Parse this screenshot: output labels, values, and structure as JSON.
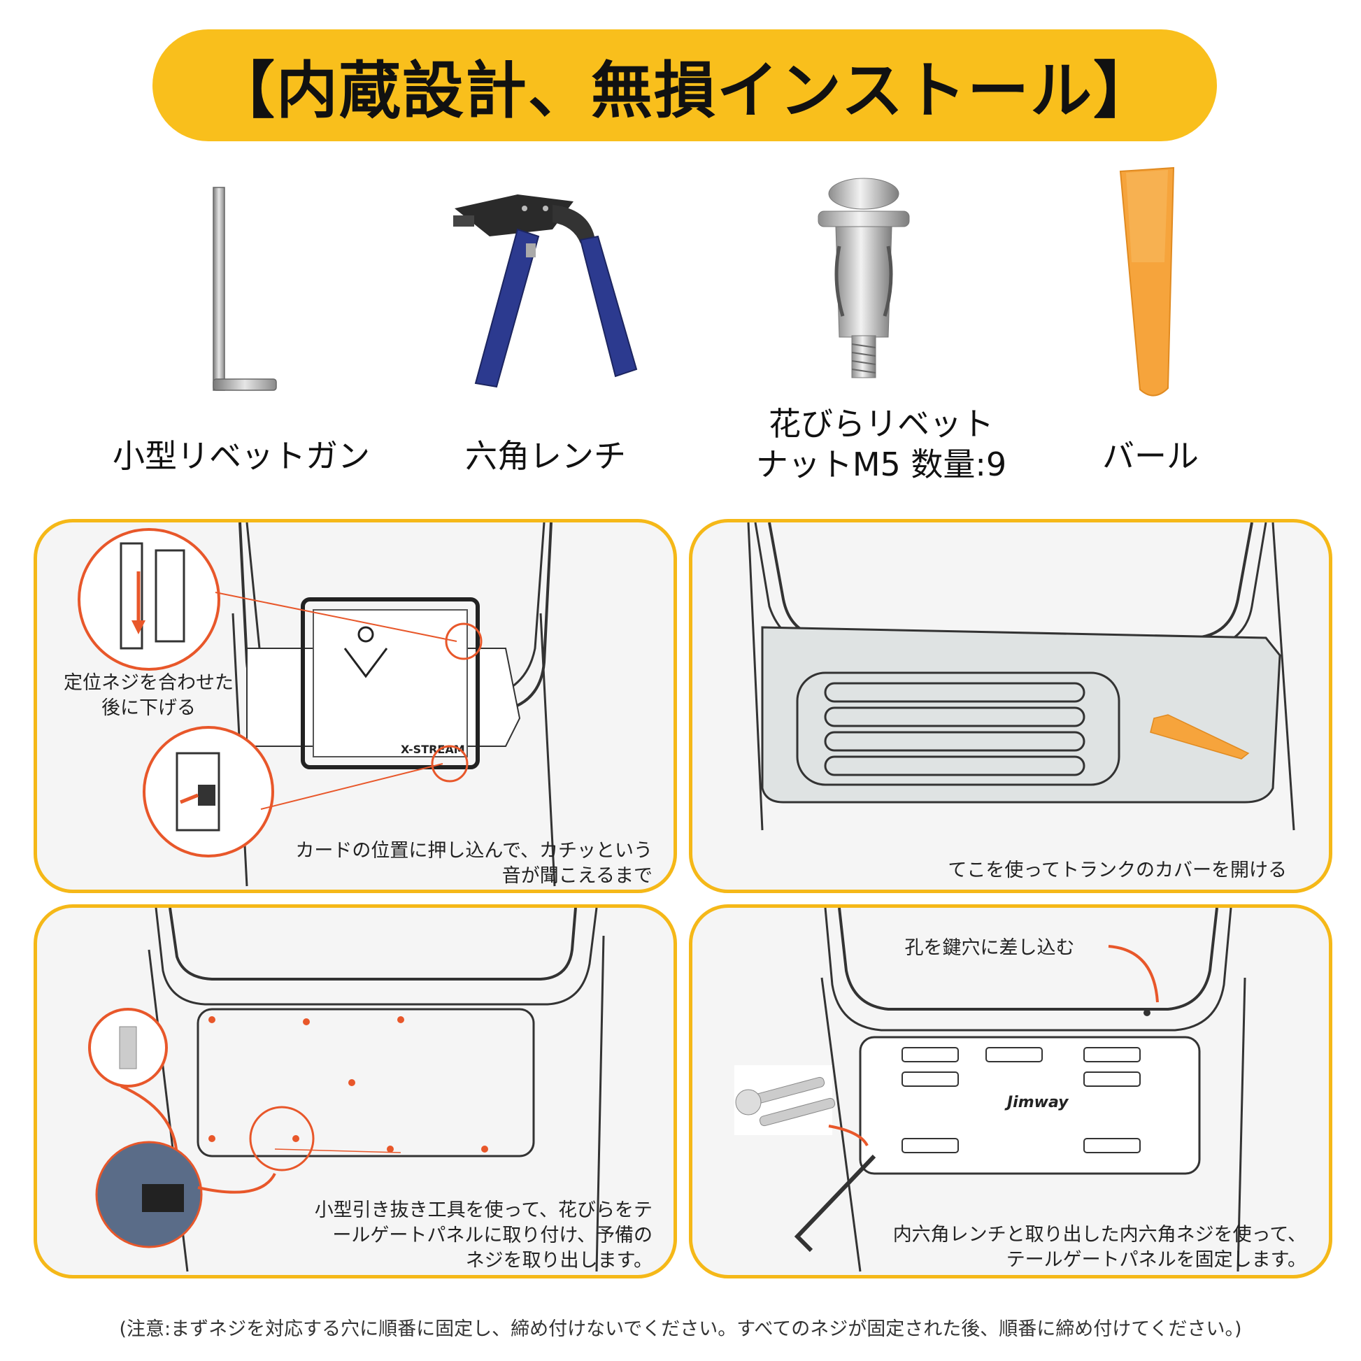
{
  "banner": {
    "title": "【内蔵設計、無損インストール】"
  },
  "tools": [
    {
      "icon": "hex-wrench-icon",
      "label_lines": [
        "小型リベットガン"
      ]
    },
    {
      "icon": "rivet-gun-icon",
      "label_lines": [
        "六角レンチ"
      ]
    },
    {
      "icon": "rivet-nut-icon",
      "label_lines": [
        "花びらリベット",
        "ナットM5 数量:9"
      ]
    },
    {
      "icon": "pry-bar-icon",
      "label_lines": [
        "バール"
      ]
    }
  ],
  "steps": [
    {
      "icon": "tailgate-mount-diagram",
      "texts": [
        "定位ネジを合わせた",
        "後に下げる",
        "カードの位置に押し込んで、カチッという",
        "音が聞こえるまで"
      ],
      "brand_text": "X-STREAM"
    },
    {
      "icon": "trunk-cover-pry-diagram",
      "texts": [
        "てこを使ってトランクのカバーを開ける"
      ]
    },
    {
      "icon": "rivet-install-diagram",
      "texts": [
        "小型引き抜き工具を使って、花びらをテ",
        "ールゲートパネルに取り付け、予備の",
        "ネジを取り出します。"
      ]
    },
    {
      "icon": "panel-fix-diagram",
      "texts": [
        "孔を鍵穴に差し込む",
        "内六角レンチと取り出した内六角ネジを使って、",
        "テールゲートパネルを固定します。"
      ],
      "brand_text": "Jimway"
    }
  ],
  "note": "(注意:まずネジを対応する穴に順番に固定し、締め付けないでください。すべてのネジが固定された後、順番に締め付けてください。)",
  "colors": {
    "accent": "#f9bf1c",
    "panel_border": "#f5b818",
    "annotation": "#e8572a",
    "pry_bar": "#f6a43c",
    "grip_blue": "#2c3a8f"
  }
}
